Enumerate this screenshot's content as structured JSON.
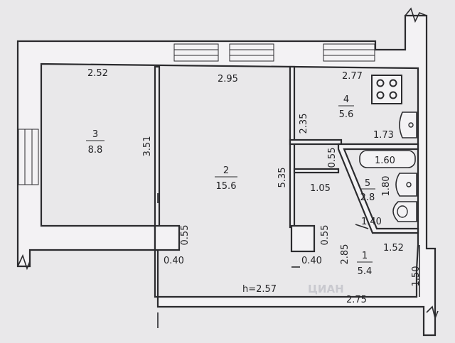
{
  "rooms": [
    {
      "number": "3",
      "area": "8.8"
    },
    {
      "number": "2",
      "area": "15.6"
    },
    {
      "number": "4",
      "area": "5.6"
    },
    {
      "number": "5",
      "area": "2.8"
    },
    {
      "number": "1",
      "area": "5.4"
    }
  ],
  "dimensions": {
    "room3_width": "2.52",
    "room2_width": "2.95",
    "room4_width": "2.77",
    "room3_depth": "3.51",
    "room4_depth": "2.35",
    "room2_depth": "5.35",
    "kitchen_counter": "1.73",
    "bath_top": "1.60",
    "bath_side": "1.80",
    "bath_bottom_left": "1.40",
    "bath_bottom": "1.52",
    "hall_left_jog": "0.55",
    "hall_opening": "1.05",
    "pillar_left_depth": "0.55",
    "pillar_left_width": "0.40",
    "pillar_right_depth": "0.55",
    "pillar_right_width": "0.40",
    "hall_depth": "2.85",
    "hall_width": "2.75",
    "entry_width": "1.50",
    "ceiling_height": "h=2.57"
  },
  "watermark": "ЦИАН"
}
